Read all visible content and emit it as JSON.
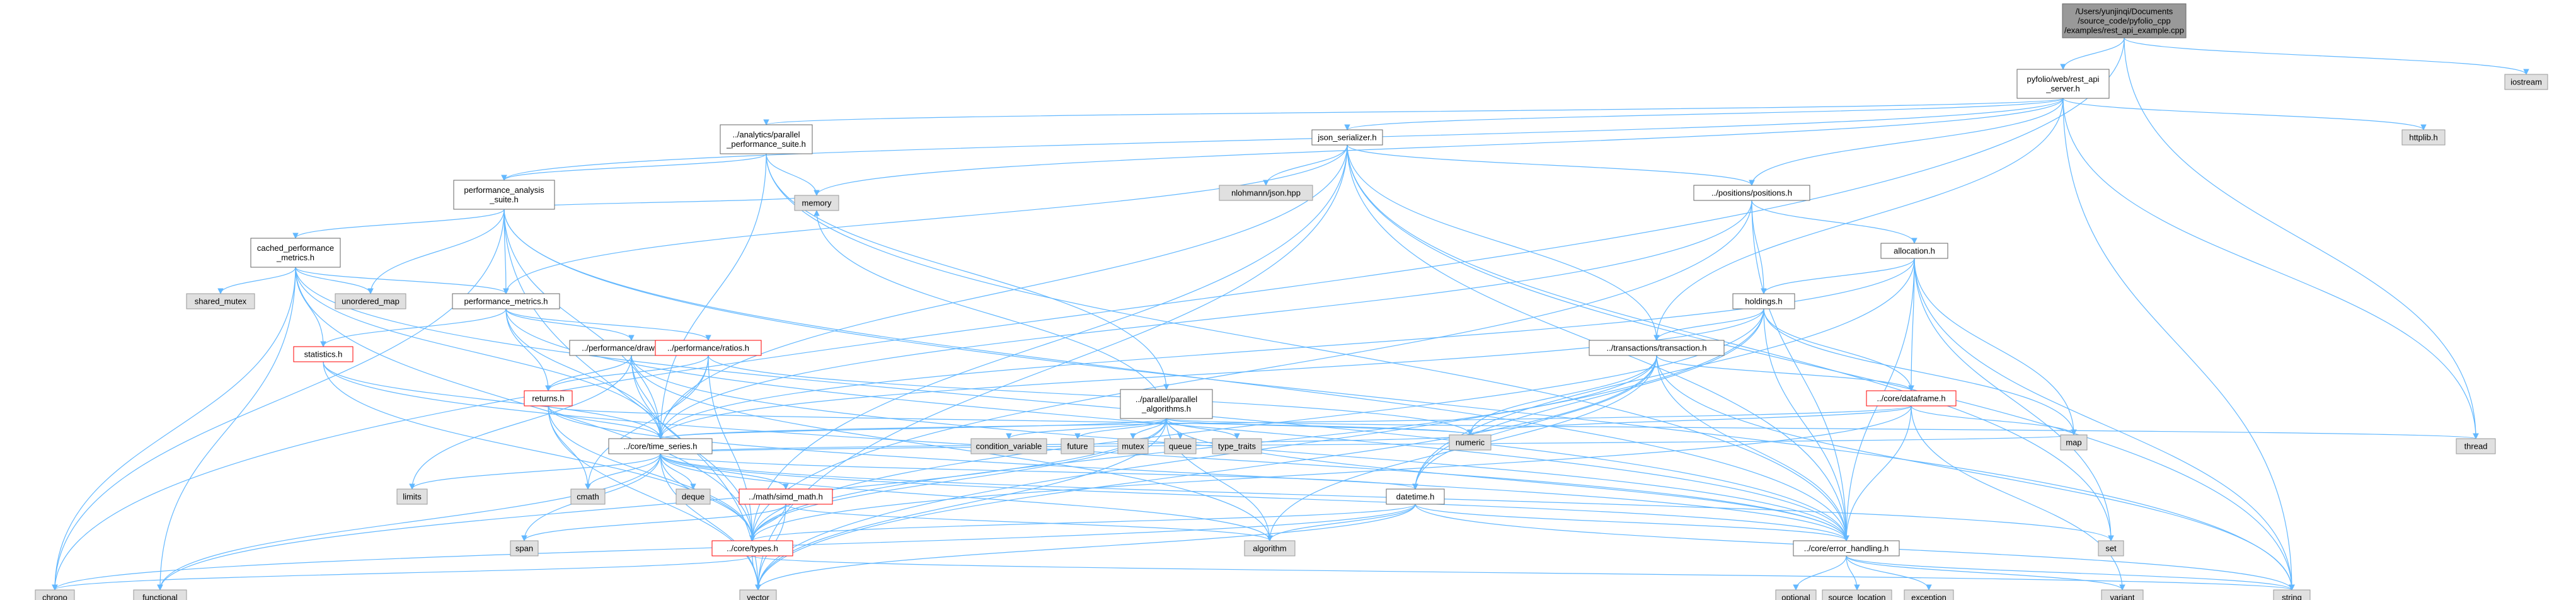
{
  "colors": {
    "edge": "#63b8ff",
    "node_fill": "#ffffff",
    "node_stroke": "#666666",
    "root_fill": "#999999",
    "missing_fill": "#e0e0e0",
    "missing_stroke": "#999999",
    "red_stroke": "#ff0000"
  },
  "nodes": [
    {
      "id": "root",
      "lines": [
        "/Users/yunjinqi/Documents",
        "/source_code/pyfolio_cpp",
        "/examples/rest_api_example.cpp"
      ],
      "style": "root"
    },
    {
      "id": "rest",
      "lines": [
        "pyfolio/web/rest_api",
        "_server.h"
      ],
      "style": "normal"
    },
    {
      "id": "iostream",
      "lines": [
        "iostream"
      ],
      "style": "missing"
    },
    {
      "id": "aps",
      "lines": [
        "../analytics/parallel",
        "_performance_suite.h"
      ],
      "style": "normal"
    },
    {
      "id": "json",
      "lines": [
        "json_serializer.h"
      ],
      "style": "normal"
    },
    {
      "id": "httplib",
      "lines": [
        "httplib.h"
      ],
      "style": "missing"
    },
    {
      "id": "nlohmann",
      "lines": [
        "nlohmann/json.hpp"
      ],
      "style": "missing"
    },
    {
      "id": "pas",
      "lines": [
        "performance_analysis",
        "_suite.h"
      ],
      "style": "normal"
    },
    {
      "id": "positions",
      "lines": [
        "../positions/positions.h"
      ],
      "style": "normal"
    },
    {
      "id": "memory",
      "lines": [
        "memory"
      ],
      "style": "missing"
    },
    {
      "id": "cpm",
      "lines": [
        "cached_performance",
        "_metrics.h"
      ],
      "style": "normal"
    },
    {
      "id": "allocation",
      "lines": [
        "allocation.h"
      ],
      "style": "normal"
    },
    {
      "id": "shared_mutex",
      "lines": [
        "shared_mutex"
      ],
      "style": "missing"
    },
    {
      "id": "unordered_map",
      "lines": [
        "unordered_map"
      ],
      "style": "missing"
    },
    {
      "id": "pm",
      "lines": [
        "performance_metrics.h"
      ],
      "style": "normal"
    },
    {
      "id": "holdings",
      "lines": [
        "holdings.h"
      ],
      "style": "normal"
    },
    {
      "id": "drawdown",
      "lines": [
        "../performance/drawdown.h"
      ],
      "style": "normal"
    },
    {
      "id": "ratios",
      "lines": [
        "../performance/ratios.h"
      ],
      "style": "red"
    },
    {
      "id": "transaction",
      "lines": [
        "../transactions/transaction.h"
      ],
      "style": "normal"
    },
    {
      "id": "statistics",
      "lines": [
        "statistics.h"
      ],
      "style": "red"
    },
    {
      "id": "returns",
      "lines": [
        "returns.h"
      ],
      "style": "red"
    },
    {
      "id": "ppa",
      "lines": [
        "../parallel/parallel",
        "_algorithms.h"
      ],
      "style": "normal"
    },
    {
      "id": "dataframe",
      "lines": [
        "../core/dataframe.h"
      ],
      "style": "red"
    },
    {
      "id": "thread",
      "lines": [
        "thread"
      ],
      "style": "missing"
    },
    {
      "id": "condvar",
      "lines": [
        "condition_variable"
      ],
      "style": "missing"
    },
    {
      "id": "future",
      "lines": [
        "future"
      ],
      "style": "missing"
    },
    {
      "id": "mutex",
      "lines": [
        "mutex"
      ],
      "style": "missing"
    },
    {
      "id": "queue",
      "lines": [
        "queue"
      ],
      "style": "missing"
    },
    {
      "id": "type_traits",
      "lines": [
        "type_traits"
      ],
      "style": "missing"
    },
    {
      "id": "ts",
      "lines": [
        "../core/time_series.h"
      ],
      "style": "normal"
    },
    {
      "id": "limits",
      "lines": [
        "limits"
      ],
      "style": "missing"
    },
    {
      "id": "cmath",
      "lines": [
        "cmath"
      ],
      "style": "missing"
    },
    {
      "id": "deque",
      "lines": [
        "deque"
      ],
      "style": "missing"
    },
    {
      "id": "simd",
      "lines": [
        "../math/simd_math.h"
      ],
      "style": "red"
    },
    {
      "id": "numeric",
      "lines": [
        "numeric"
      ],
      "style": "missing"
    },
    {
      "id": "datetime",
      "lines": [
        "datetime.h"
      ],
      "style": "normal"
    },
    {
      "id": "map",
      "lines": [
        "map"
      ],
      "style": "missing"
    },
    {
      "id": "span",
      "lines": [
        "span"
      ],
      "style": "missing"
    },
    {
      "id": "algorithm",
      "lines": [
        "algorithm"
      ],
      "style": "missing"
    },
    {
      "id": "types",
      "lines": [
        "../core/types.h"
      ],
      "style": "red"
    },
    {
      "id": "set",
      "lines": [
        "set"
      ],
      "style": "missing"
    },
    {
      "id": "eh",
      "lines": [
        "../core/error_handling.h"
      ],
      "style": "normal"
    },
    {
      "id": "chrono",
      "lines": [
        "chrono"
      ],
      "style": "missing"
    },
    {
      "id": "functional",
      "lines": [
        "functional"
      ],
      "style": "missing"
    },
    {
      "id": "vector",
      "lines": [
        "vector"
      ],
      "style": "missing"
    },
    {
      "id": "optional",
      "lines": [
        "optional"
      ],
      "style": "missing"
    },
    {
      "id": "source_location",
      "lines": [
        "source_location"
      ],
      "style": "missing"
    },
    {
      "id": "exception",
      "lines": [
        "exception"
      ],
      "style": "missing"
    },
    {
      "id": "variant",
      "lines": [
        "variant"
      ],
      "style": "missing"
    },
    {
      "id": "string",
      "lines": [
        "string"
      ],
      "style": "missing"
    }
  ],
  "edges": [
    [
      "root",
      "rest"
    ],
    [
      "root",
      "iostream"
    ],
    [
      "root",
      "chrono"
    ],
    [
      "root",
      "thread"
    ],
    [
      "rest",
      "aps"
    ],
    [
      "rest",
      "json"
    ],
    [
      "rest",
      "httplib"
    ],
    [
      "rest",
      "pas"
    ],
    [
      "rest",
      "positions"
    ],
    [
      "rest",
      "transaction"
    ],
    [
      "rest",
      "memory"
    ],
    [
      "rest",
      "thread"
    ],
    [
      "rest",
      "string"
    ],
    [
      "aps",
      "pas"
    ],
    [
      "aps",
      "ppa"
    ],
    [
      "aps",
      "ts"
    ],
    [
      "aps",
      "memory"
    ],
    [
      "aps",
      "eh"
    ],
    [
      "json",
      "nlohmann"
    ],
    [
      "json",
      "pm"
    ],
    [
      "json",
      "positions"
    ],
    [
      "json",
      "transaction"
    ],
    [
      "json",
      "ts"
    ],
    [
      "json",
      "types"
    ],
    [
      "json",
      "eh"
    ],
    [
      "json",
      "string"
    ],
    [
      "json",
      "vector"
    ],
    [
      "json",
      "set"
    ],
    [
      "pas",
      "cpm"
    ],
    [
      "pas",
      "pm"
    ],
    [
      "pas",
      "ts"
    ],
    [
      "pas",
      "memory"
    ],
    [
      "pas",
      "unordered_map"
    ],
    [
      "pas",
      "chrono"
    ],
    [
      "pas",
      "eh"
    ],
    [
      "pas",
      "string"
    ],
    [
      "pas",
      "vector"
    ],
    [
      "positions",
      "allocation"
    ],
    [
      "positions",
      "holdings"
    ],
    [
      "positions",
      "ts"
    ],
    [
      "positions",
      "types"
    ],
    [
      "positions",
      "eh"
    ],
    [
      "cpm",
      "pm"
    ],
    [
      "cpm",
      "shared_mutex"
    ],
    [
      "cpm",
      "unordered_map"
    ],
    [
      "cpm",
      "statistics"
    ],
    [
      "cpm",
      "ts"
    ],
    [
      "cpm",
      "types"
    ],
    [
      "cpm",
      "chrono"
    ],
    [
      "cpm",
      "functional"
    ],
    [
      "cpm",
      "eh"
    ],
    [
      "allocation",
      "holdings"
    ],
    [
      "allocation",
      "dataframe"
    ],
    [
      "allocation",
      "ts"
    ],
    [
      "allocation",
      "map"
    ],
    [
      "allocation",
      "set"
    ],
    [
      "allocation",
      "string"
    ],
    [
      "allocation",
      "eh"
    ],
    [
      "allocation",
      "datetime"
    ],
    [
      "pm",
      "drawdown"
    ],
    [
      "pm",
      "ratios"
    ],
    [
      "pm",
      "returns"
    ],
    [
      "pm",
      "statistics"
    ],
    [
      "pm",
      "ts"
    ],
    [
      "pm",
      "eh"
    ],
    [
      "holdings",
      "transaction"
    ],
    [
      "holdings",
      "dataframe"
    ],
    [
      "holdings",
      "datetime"
    ],
    [
      "holdings",
      "types"
    ],
    [
      "holdings",
      "eh"
    ],
    [
      "holdings",
      "map"
    ],
    [
      "holdings",
      "ts"
    ],
    [
      "holdings",
      "vector"
    ],
    [
      "drawdown",
      "returns"
    ],
    [
      "drawdown",
      "ts"
    ],
    [
      "drawdown",
      "types"
    ],
    [
      "drawdown",
      "algorithm"
    ],
    [
      "drawdown",
      "limits"
    ],
    [
      "drawdown",
      "eh"
    ],
    [
      "ratios",
      "returns"
    ],
    [
      "ratios",
      "ts"
    ],
    [
      "ratios",
      "cmath"
    ],
    [
      "ratios",
      "numeric"
    ],
    [
      "ratios",
      "types"
    ],
    [
      "transaction",
      "dataframe"
    ],
    [
      "transaction",
      "datetime"
    ],
    [
      "transaction",
      "types"
    ],
    [
      "transaction",
      "eh"
    ],
    [
      "transaction",
      "numeric"
    ],
    [
      "transaction",
      "algorithm"
    ],
    [
      "transaction",
      "vector"
    ],
    [
      "transaction",
      "string"
    ],
    [
      "statistics",
      "ts"
    ],
    [
      "statistics",
      "types"
    ],
    [
      "statistics",
      "eh"
    ],
    [
      "returns",
      "ts"
    ],
    [
      "returns",
      "types"
    ],
    [
      "returns",
      "cmath"
    ],
    [
      "returns",
      "numeric"
    ],
    [
      "returns",
      "eh"
    ],
    [
      "returns",
      "vector"
    ],
    [
      "ppa",
      "condvar"
    ],
    [
      "ppa",
      "future"
    ],
    [
      "ppa",
      "mutex"
    ],
    [
      "ppa",
      "queue"
    ],
    [
      "ppa",
      "type_traits"
    ],
    [
      "ppa",
      "thread"
    ],
    [
      "ppa",
      "ts"
    ],
    [
      "ppa",
      "types"
    ],
    [
      "ppa",
      "eh"
    ],
    [
      "ppa",
      "algorithm"
    ],
    [
      "ppa",
      "numeric"
    ],
    [
      "ppa",
      "functional"
    ],
    [
      "ppa",
      "vector"
    ],
    [
      "ppa",
      "memory"
    ],
    [
      "dataframe",
      "ts"
    ],
    [
      "dataframe",
      "types"
    ],
    [
      "dataframe",
      "eh"
    ],
    [
      "dataframe",
      "map"
    ],
    [
      "dataframe",
      "variant"
    ],
    [
      "dataframe",
      "numeric"
    ],
    [
      "ts",
      "limits"
    ],
    [
      "ts",
      "cmath"
    ],
    [
      "ts",
      "deque"
    ],
    [
      "ts",
      "simd"
    ],
    [
      "ts",
      "numeric"
    ],
    [
      "ts",
      "datetime"
    ],
    [
      "ts",
      "map"
    ],
    [
      "ts",
      "algorithm"
    ],
    [
      "ts",
      "types"
    ],
    [
      "ts",
      "eh"
    ],
    [
      "ts",
      "set"
    ],
    [
      "ts",
      "span"
    ],
    [
      "ts",
      "vector"
    ],
    [
      "ts",
      "functional"
    ],
    [
      "simd",
      "span"
    ],
    [
      "simd",
      "algorithm"
    ],
    [
      "simd",
      "types"
    ],
    [
      "simd",
      "vector"
    ],
    [
      "datetime",
      "types"
    ],
    [
      "datetime",
      "eh"
    ],
    [
      "datetime",
      "algorithm"
    ],
    [
      "datetime",
      "chrono"
    ],
    [
      "datetime",
      "string"
    ],
    [
      "datetime",
      "vector"
    ],
    [
      "types",
      "chrono"
    ],
    [
      "types",
      "string"
    ],
    [
      "types",
      "vector"
    ],
    [
      "eh",
      "optional"
    ],
    [
      "eh",
      "source_location"
    ],
    [
      "eh",
      "exception"
    ],
    [
      "eh",
      "variant"
    ],
    [
      "eh",
      "string"
    ]
  ]
}
